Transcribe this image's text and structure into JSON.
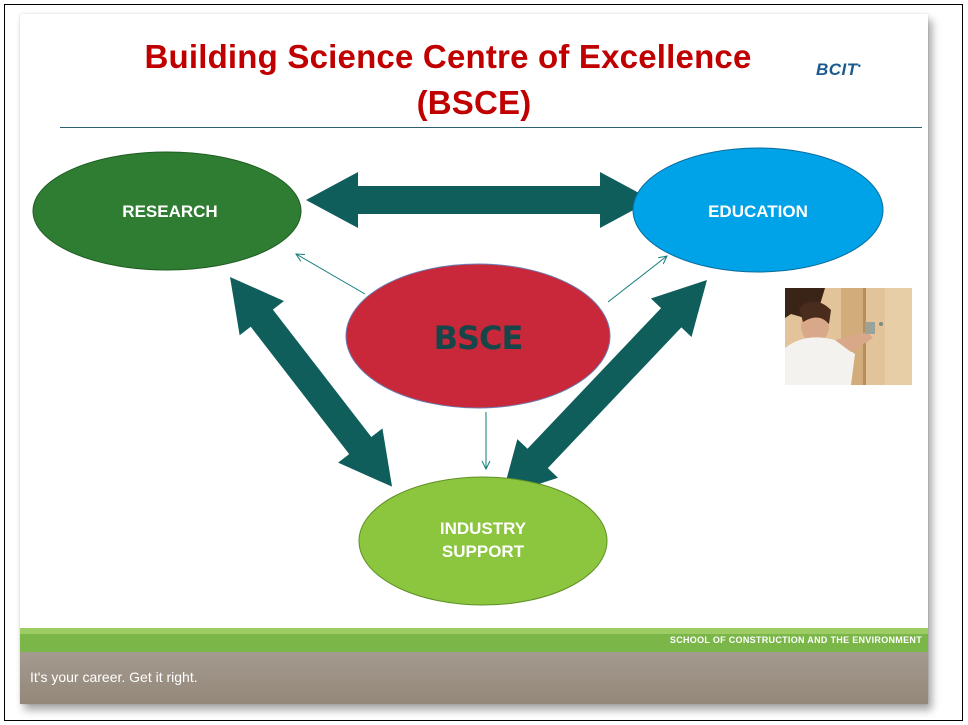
{
  "slide": {
    "title_line1": "Building Science Centre of Excellence",
    "title_line2": "(BSCE)",
    "logo": "BCIT"
  },
  "diagram": {
    "center": "BSCE",
    "nodes": {
      "research": "RESEARCH",
      "education": "EDUCATION",
      "industry_line1": "INDUSTRY",
      "industry_line2": "SUPPORT"
    }
  },
  "footer": {
    "school": "SCHOOL OF CONSTRUCTION AND THE ENVIRONMENT",
    "tagline": "It's your career. Get it right."
  },
  "colors": {
    "title": "#c00000",
    "research": "#2e7d32",
    "education": "#00a2e8",
    "industry": "#8cc63f",
    "center": "#c8283a",
    "arrows": "#0f5e5b",
    "footer_green": "#7ab648",
    "footer_grey": "#938879"
  }
}
